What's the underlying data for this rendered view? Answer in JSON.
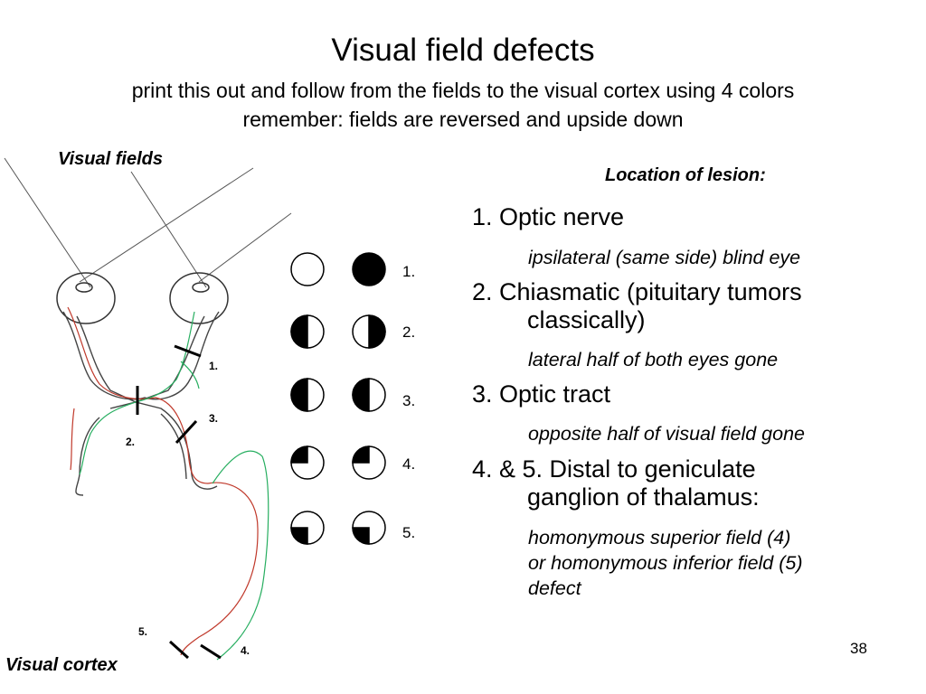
{
  "title": "Visual field defects",
  "subtitle_line1": "print this out and follow from the fields to the visual cortex using 4 colors",
  "subtitle_line2": "remember:  fields are reversed and upside down",
  "labels": {
    "visual_fields": "Visual fields",
    "visual_cortex": "Visual cortex",
    "location": "Location of lesion:"
  },
  "lesions": [
    {
      "heading": "1. Optic nerve",
      "detail": "ipsilateral (same side) blind eye"
    },
    {
      "heading_line1": "2. Chiasmatic (pituitary tumors",
      "heading_line2": "classically)",
      "detail": "lateral half of both eyes gone"
    },
    {
      "heading": "3. Optic tract",
      "detail": "opposite half of visual field gone"
    },
    {
      "heading_line1": "4. & 5. Distal to geniculate",
      "heading_line2": "ganglion of thalamus:",
      "detail_line1": "homonymous superior field  (4)",
      "detail_line2": "or homonymous inferior field  (5)",
      "detail_line3": "defect"
    }
  ],
  "field_rows": [
    "1.",
    "2.",
    "3.",
    "4.",
    "5."
  ],
  "diagram_labels": {
    "n1": "1.",
    "n2": "2.",
    "n3": "3.",
    "n4": "4.",
    "n5": "5."
  },
  "page_number": "38",
  "colors": {
    "red_pathway": "#c0392b",
    "green_pathway": "#27ae60",
    "ink": "#000000"
  }
}
